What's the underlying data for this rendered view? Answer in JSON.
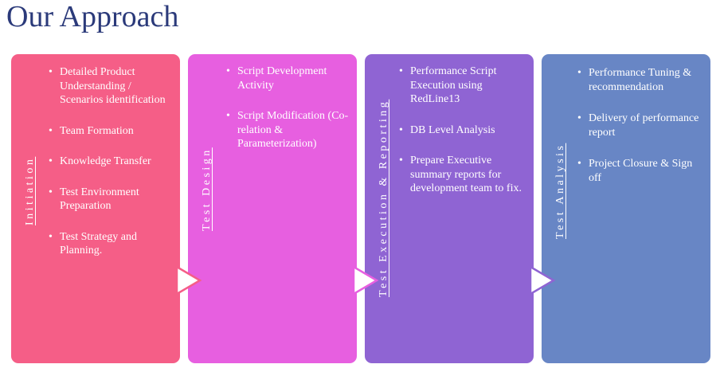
{
  "title": "Our Approach",
  "phases": [
    {
      "label": "Initiation",
      "color": "#f55e87",
      "items": [
        "Detailed Product Understanding / Scenarios identification",
        "Team Formation",
        "Knowledge Transfer",
        "Test Environment Preparation",
        "Test Strategy and Planning."
      ]
    },
    {
      "label": "Test Design",
      "color": "#e75fe0",
      "items": [
        "Script Development Activity",
        "Script Modification (Co-relation & Parameterization)"
      ]
    },
    {
      "label": "Test Execution & Reporting",
      "color": "#8f64d3",
      "items": [
        "Performance Script Execution using RedLine13",
        "DB Level Analysis",
        "Prepare Executive summary reports for development team to fix."
      ]
    },
    {
      "label": "Test Analysis",
      "color": "#6886c5",
      "items": [
        "Performance Tuning & recommendation",
        "Delivery  of performance report",
        "Project Closure & Sign off"
      ]
    }
  ],
  "arrow_icon": "chevron-right-arrow"
}
